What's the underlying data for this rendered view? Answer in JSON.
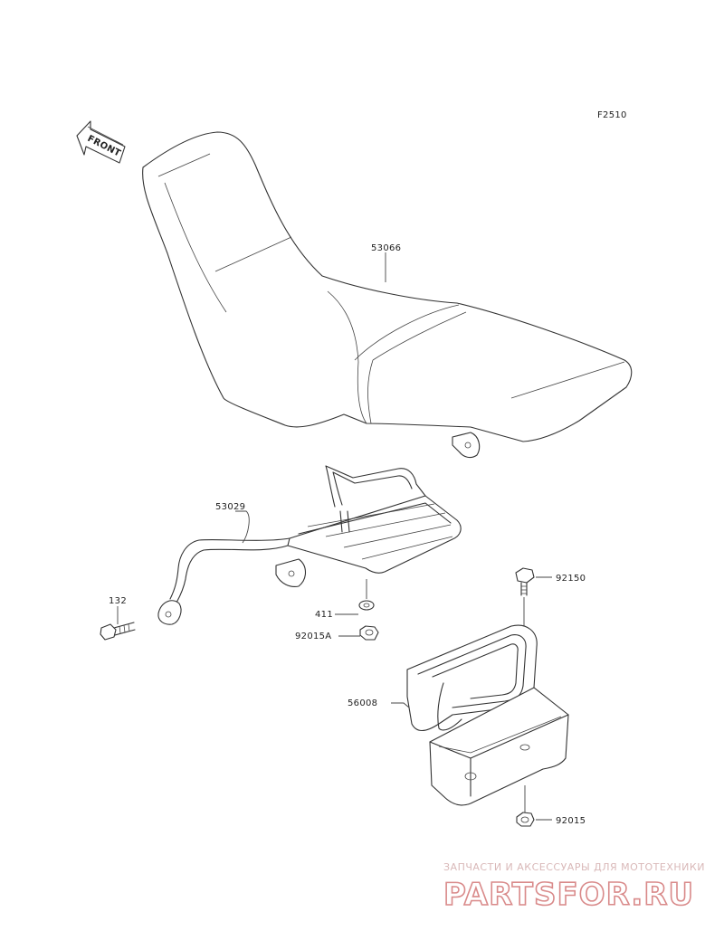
{
  "diagram_code": "F2510",
  "front_label": "FRONT",
  "parts": {
    "seat": "53066",
    "carrier": "53029",
    "bolt": "132",
    "washer": "411",
    "nut_a": "92015A",
    "toolbox_bolt": "92150",
    "toolbox": "56008",
    "nut": "92015"
  },
  "watermark": {
    "tagline": "ЗАПЧАСТИ И АКСЕССУАРЫ ДЛЯ МОТОТЕХНИКИ",
    "brand": "PARTSFOR.RU",
    "color": "#d98a8a"
  }
}
